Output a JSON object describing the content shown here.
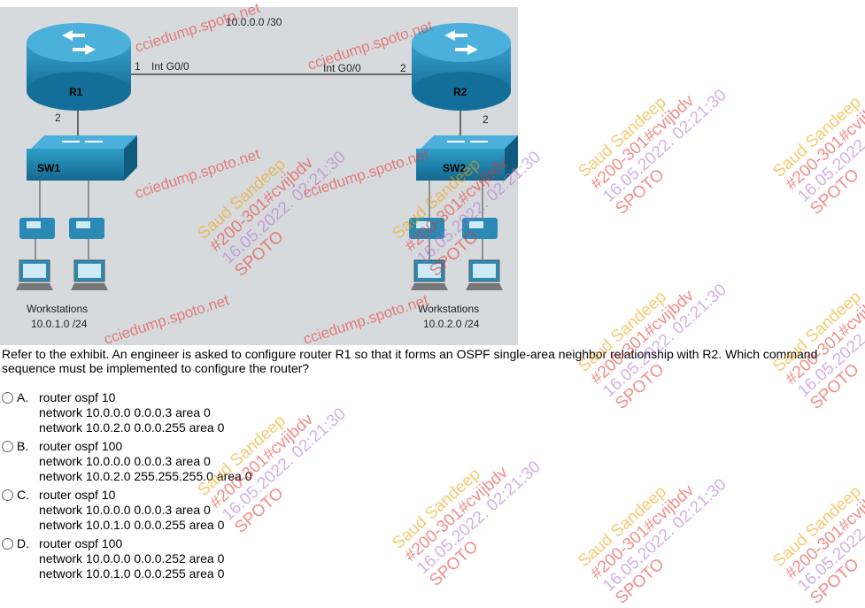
{
  "exhibit": {
    "subnet_top": "10.0.0.0 /30",
    "r1_int": "Int G0/0",
    "r1_addr": "1",
    "r2_int": "Int G0/0",
    "r2_addr": "2",
    "r1_name": "R1",
    "r2_name": "R2",
    "r1_lan_addr": "2",
    "r2_lan_addr": "2",
    "sw1_name": "SW1",
    "sw2_name": "SW2",
    "ws_label_left": "Workstations",
    "ws_net_left": "10.0.1.0 /24",
    "ws_label_right": "Workstations",
    "ws_net_right": "10.0.2.0 /24"
  },
  "question": "Refer to the exhibit. An engineer is asked to configure router R1 so that it forms an OSPF single-area neighbor relationship with R2. Which command sequence must be implemented to configure the router?",
  "options": [
    {
      "letter": "A.",
      "cmd": "router ospf 10",
      "lines": [
        "network 10.0.0.0 0.0.0.3 area 0",
        "network 10.0.2.0 0.0.0.255 area 0"
      ]
    },
    {
      "letter": "B.",
      "cmd": "router ospf 100",
      "lines": [
        "network 10.0.0.0 0.0.0.3 area 0",
        "network 10.0.2.0 255.255.255.0 area 0"
      ]
    },
    {
      "letter": "C.",
      "cmd": "router ospf 10",
      "lines": [
        "network 10.0.0.0 0.0.0.3 area 0",
        "network 10.0.1.0 0.0.0.255 area 0"
      ]
    },
    {
      "letter": "D.",
      "cmd": "router ospf 100",
      "lines": [
        "network 10.0.0.0 0.0.0.252 area 0",
        "network 10.0.1.0 0.0.0.255 area 0"
      ]
    }
  ],
  "watermarks": {
    "line1": "Saud Sandeep",
    "line2": "#200-301#cvijbdv",
    "line3": "16.05.2022. 02:21:30",
    "line4": "SPOTO",
    "line5": "cciedump.spoto.net"
  },
  "colors": {
    "router": "#1e7ca8",
    "switch": "#2188b0",
    "wm_red": "#e8302a",
    "wm_orange": "#f0a000",
    "wm_purple": "#b070d0"
  }
}
